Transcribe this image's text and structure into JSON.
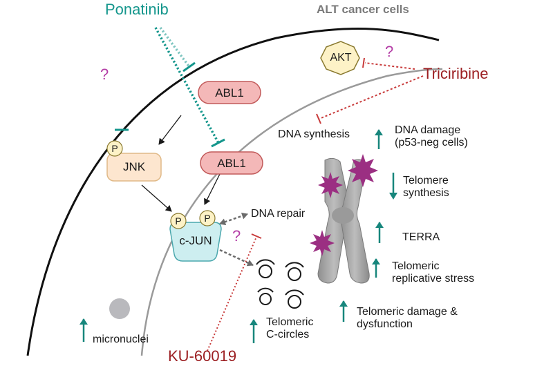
{
  "header": {
    "drug_top": "Ponatinib",
    "cell_type": "ALT cancer cells",
    "drug_right": "Triciribine",
    "drug_bottom": "KU-60019"
  },
  "nodes": {
    "akt": "AKT",
    "abl1_top": "ABL1",
    "abl1_mid": "ABL1",
    "jnk": "JNK",
    "cjun": "c-JUN",
    "phospho": "P"
  },
  "labels": {
    "dna_synthesis": "DNA synthesis",
    "dna_repair": "DNA repair",
    "question": "?"
  },
  "effects": [
    {
      "direction": "up",
      "line1": "DNA damage",
      "line2": "(p53-neg cells)"
    },
    {
      "direction": "down",
      "line1": "Telomere",
      "line2": "synthesis"
    },
    {
      "direction": "up",
      "line1": "TERRA",
      "line2": ""
    },
    {
      "direction": "up",
      "line1": "Telomeric",
      "line2": "replicative stress"
    },
    {
      "direction": "up",
      "line1": "Telomeric damage &",
      "line2": "dysfunction"
    },
    {
      "direction": "up",
      "line1": "Telomeric",
      "line2": "C-circles"
    },
    {
      "direction": "up",
      "line1": "micronuclei",
      "line2": ""
    }
  ],
  "colors": {
    "ponatinib": "#14968c",
    "triciribine": "#9c1f22",
    "ku60019": "#c83a3a",
    "question": "#b43da6",
    "abl1_fill": "#f4b8b8",
    "jnk_fill": "#fde6cf",
    "cjun_fill": "#cdeef0",
    "akt_fill": "#fdf2c7",
    "arrow_teal": "#17867c",
    "damage_star": "#9b2f82"
  }
}
